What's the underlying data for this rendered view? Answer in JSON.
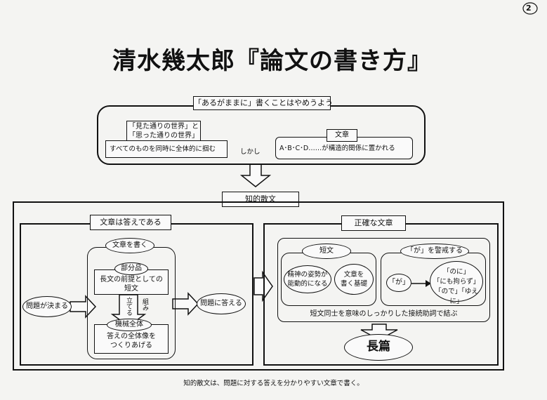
{
  "page_number": "2",
  "title": "清水幾太郎『論文の書き方』",
  "top_section": {
    "header": "「あるがままに」書くことはやめうよう",
    "left_label_line1": "「見た通りの世界」と",
    "left_label_line2": "「思った通りの世界」",
    "left_text": "すべてのものを同時に全体的に掴む",
    "connector": "しかし",
    "right_label": "文章",
    "right_text": "A･B･C･D……が構造的関係に置かれる"
  },
  "center_label": "知的散文",
  "left_panel": {
    "header": "文章は答えである",
    "write_label": "文章を書く",
    "parts_label": "部分品",
    "parts_line1": "長文の前提としての",
    "parts_line2": "短文",
    "assemble_v1": "組み",
    "assemble_v2": "立てる",
    "machine_label": "機械全体",
    "machine_line1": "答えの全体像を",
    "machine_line2": "つくりあげる",
    "problem": "問題が決まる",
    "answer": "問題に答える"
  },
  "right_panel": {
    "header": "正確な文章",
    "short_label": "短文",
    "spirit_line1": "精神の姿勢が",
    "spirit_line2": "能動的になる",
    "base_line1": "文章を",
    "base_line2": "書く基礎",
    "caution_label": "「が」を警戒する",
    "ga": "「が」",
    "alt_line1": "「のに」",
    "alt_line2": "「にも拘らず」",
    "alt_line3": "「ので」「ゆえに」",
    "bottom_text": "短文同士を意味のしっかりした接続助詞で結ぶ",
    "long": "長篇"
  },
  "caption": "知的散文は、問題に対する答えを分かりやすい文章で書く。"
}
